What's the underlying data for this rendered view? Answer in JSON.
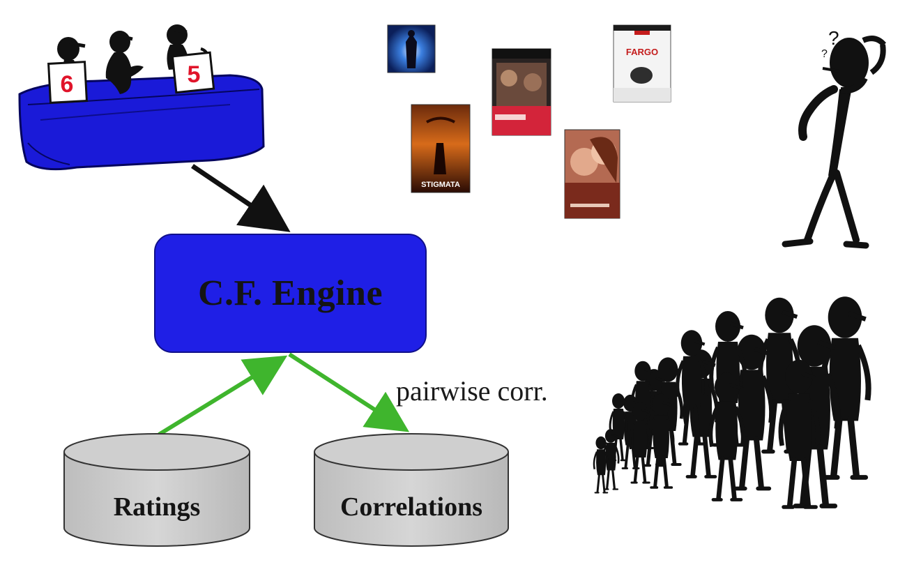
{
  "engine": {
    "label": "C.F. Engine",
    "color": "#1f1fe6"
  },
  "databases": [
    {
      "id": "ratings",
      "label": "Ratings"
    },
    {
      "id": "correlations",
      "label": "Correlations"
    }
  ],
  "edge_label": "pairwise corr.",
  "judges": {
    "scores": [
      "6",
      "5"
    ],
    "table_color": "#1a1ad8"
  },
  "posters": [
    {
      "title": ""
    },
    {
      "title": "STIGMATA"
    },
    {
      "title": ""
    },
    {
      "title": "FARGO"
    },
    {
      "title": ""
    }
  ],
  "colors": {
    "arrow_black": "#111111",
    "arrow_green": "#3fb52d",
    "cylinder": "#c8c8c8"
  }
}
